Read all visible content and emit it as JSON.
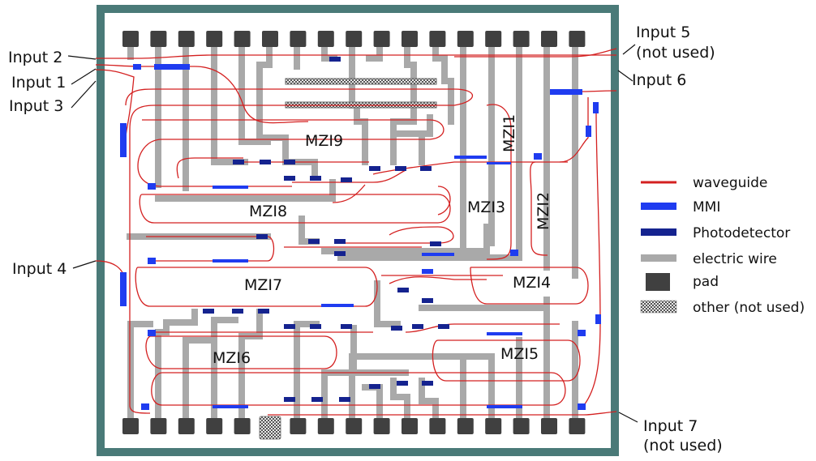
{
  "inputs": {
    "input2": "Input 2",
    "input1": "Input 1",
    "input3": "Input 3",
    "input4": "Input 4",
    "input5": "Input 5",
    "input5_note": "(not used)",
    "input6": "Input 6",
    "input7": "Input 7",
    "input7_note": "(not used)"
  },
  "mzis": {
    "mzi1": "MZI1",
    "mzi2": "MZI2",
    "mzi3": "MZI3",
    "mzi4": "MZI4",
    "mzi5": "MZI5",
    "mzi6": "MZI6",
    "mzi7": "MZI7",
    "mzi8": "MZI8",
    "mzi9": "MZI9"
  },
  "legend": {
    "waveguide": "waveguide",
    "mmi": "MMI",
    "photodetector": "Photodetector",
    "wire": "electric wire",
    "pad": "pad",
    "other": "other (not used)"
  },
  "colors": {
    "frame": "#4a7a78",
    "waveguide": "#d42020",
    "mmi": "#1f3cf0",
    "photodetector": "#15238f",
    "wire": "#a9a9a9",
    "pad": "#404040"
  },
  "pads": {
    "top_count": 17,
    "bottom_count": 17,
    "bottom_unused_index": 5
  }
}
